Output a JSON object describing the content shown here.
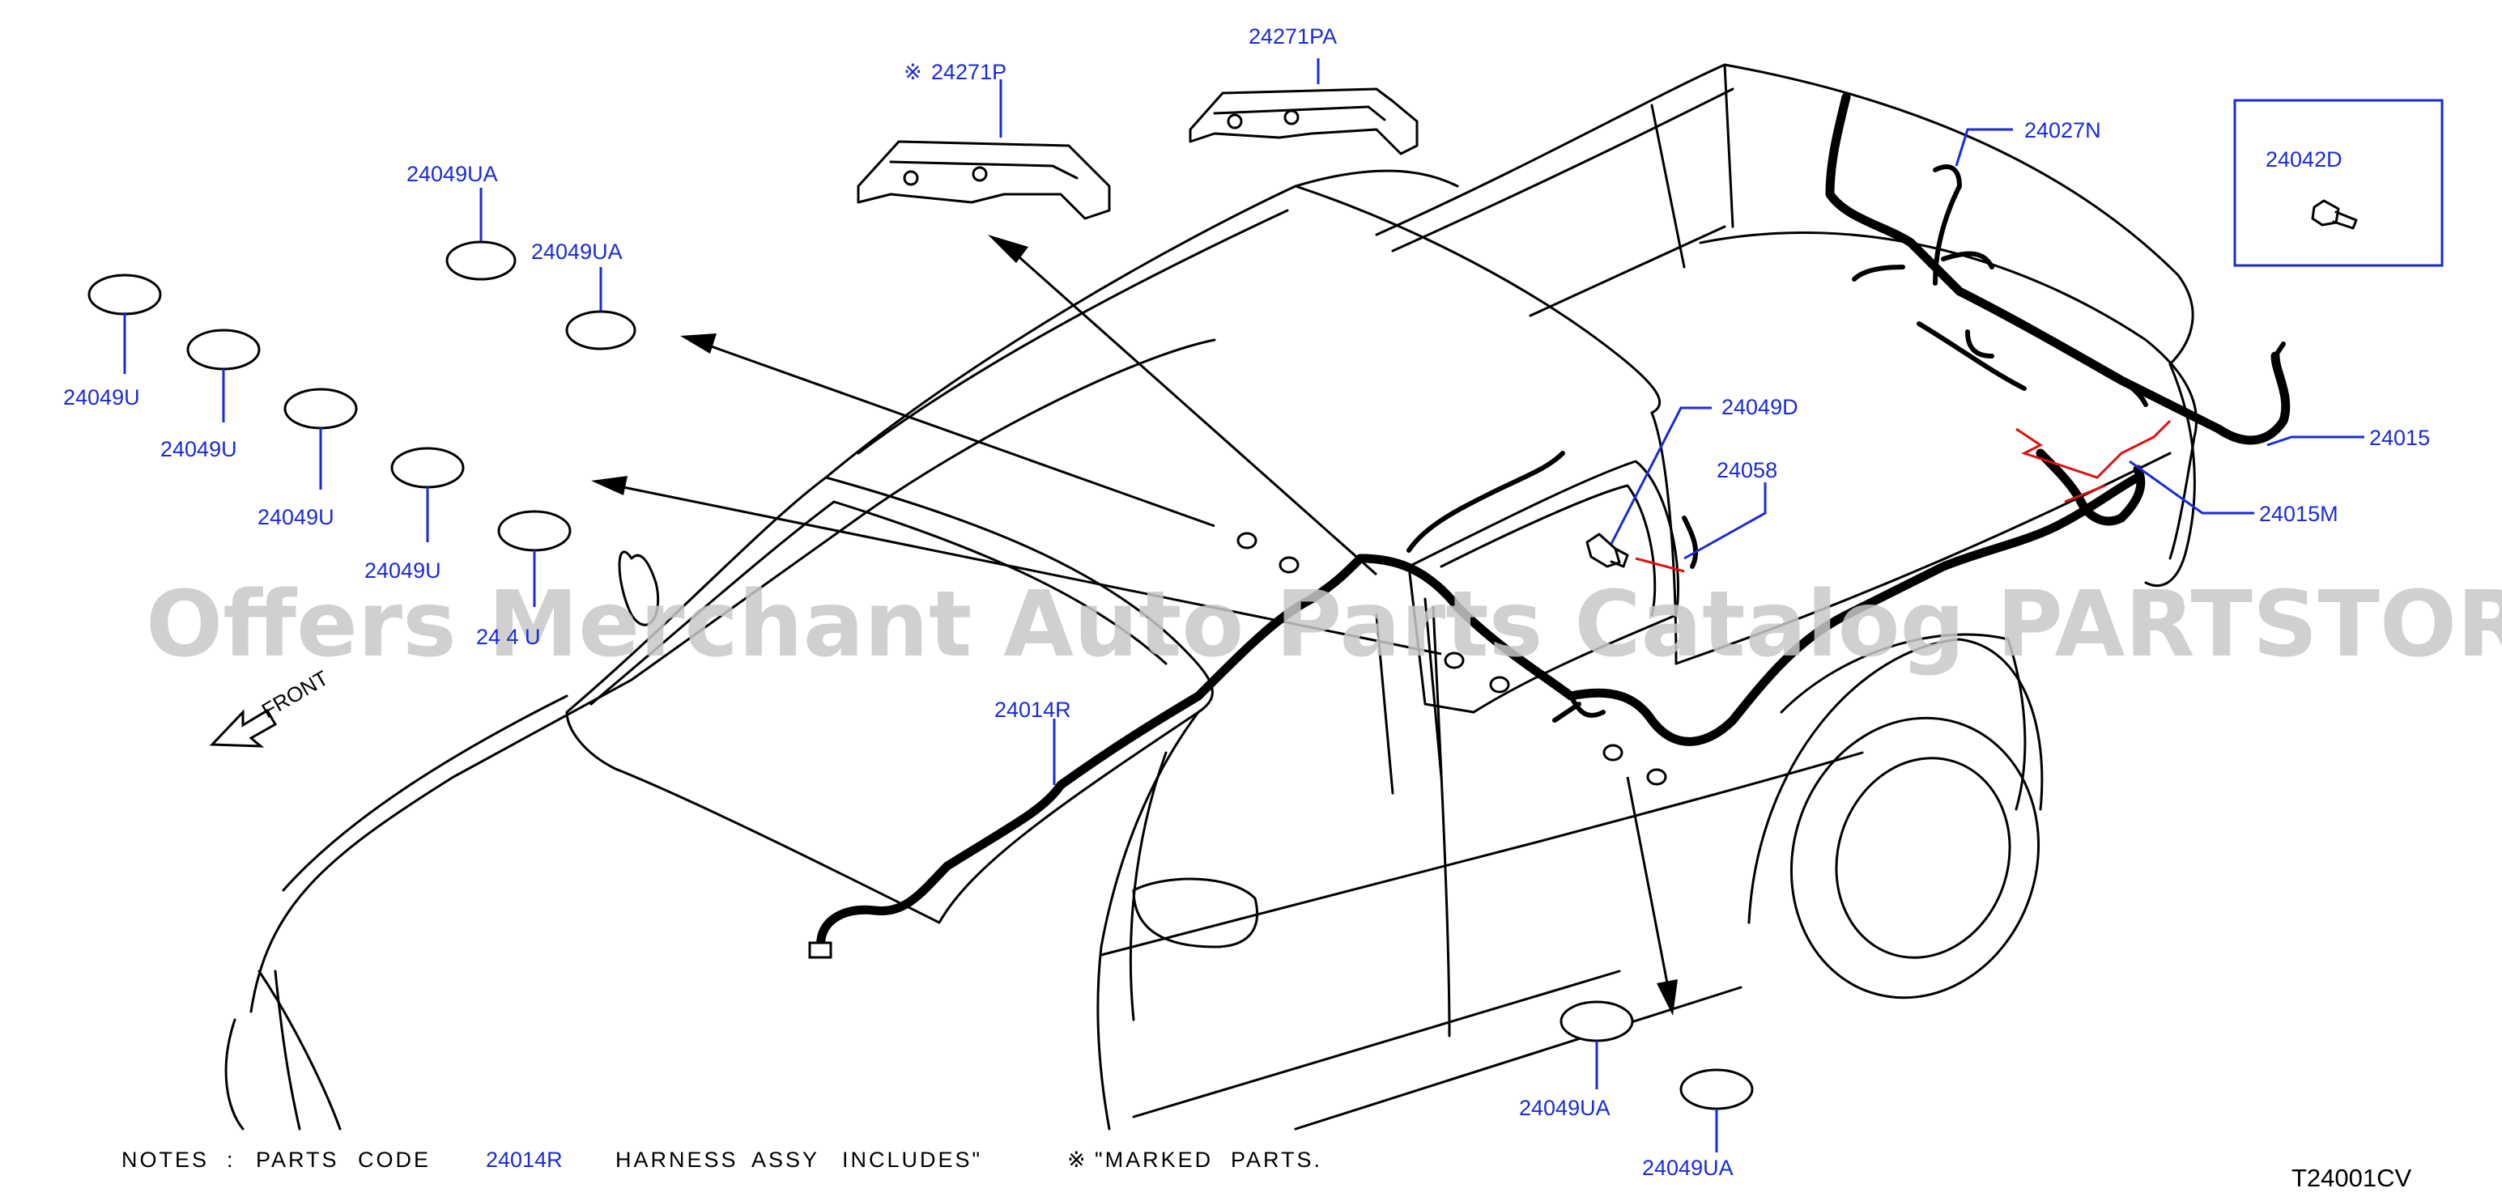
{
  "parts": {
    "p24271P": "24271P",
    "p24271P_mark": "※",
    "p24271PA": "24271PA",
    "p24049UA_1": "24049UA",
    "p24049UA_2": "24049UA",
    "p24049U_1": "24049U",
    "p24049U_2": "24049U",
    "p24049U_3": "24049U",
    "p24049U_4": "24049U",
    "p24049U_partial": "24 4  U",
    "p24014R": "24014R",
    "p24027N": "24027N",
    "p24042D": "24042D",
    "p24049D": "24049D",
    "p24058": "24058",
    "p24015": "24015",
    "p24015M": "24015M",
    "p24049UA_3": "24049UA",
    "p24049UA_4": "24049UA"
  },
  "front_label": "FRONT",
  "notes": {
    "label": "NOTES",
    "colon": ":",
    "text1": "PARTS",
    "text2": "CODE",
    "part": "24014R",
    "text3": "HARNESS",
    "text4": "ASSY",
    "text5": "INCLUDES\"",
    "mark": "※",
    "text6": "\"MARKED",
    "text7": "PARTS."
  },
  "diagram_code": "T24001CV",
  "watermark": "Offers Merchant Auto Parts Catalog PARTSTORE.SA",
  "colors": {
    "part_label": "#1a2bd6",
    "dimension_red": "#e01010",
    "watermark": "#c8c8c8"
  }
}
